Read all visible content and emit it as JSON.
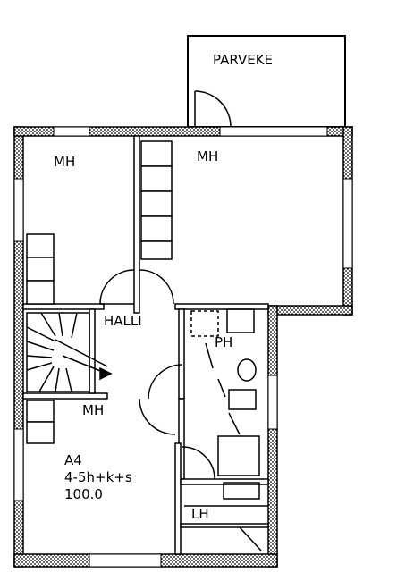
{
  "rooms": {
    "balcony": "PARVEKE",
    "bedroom_top_left": "MH",
    "bedroom_top_right": "MH",
    "hall": "HALLI",
    "washroom": "PH",
    "bedroom_bottom": "MH",
    "linen": "LH"
  },
  "apartment": {
    "code": "A4",
    "type": "4-5h+k+s",
    "area": "100.0"
  }
}
